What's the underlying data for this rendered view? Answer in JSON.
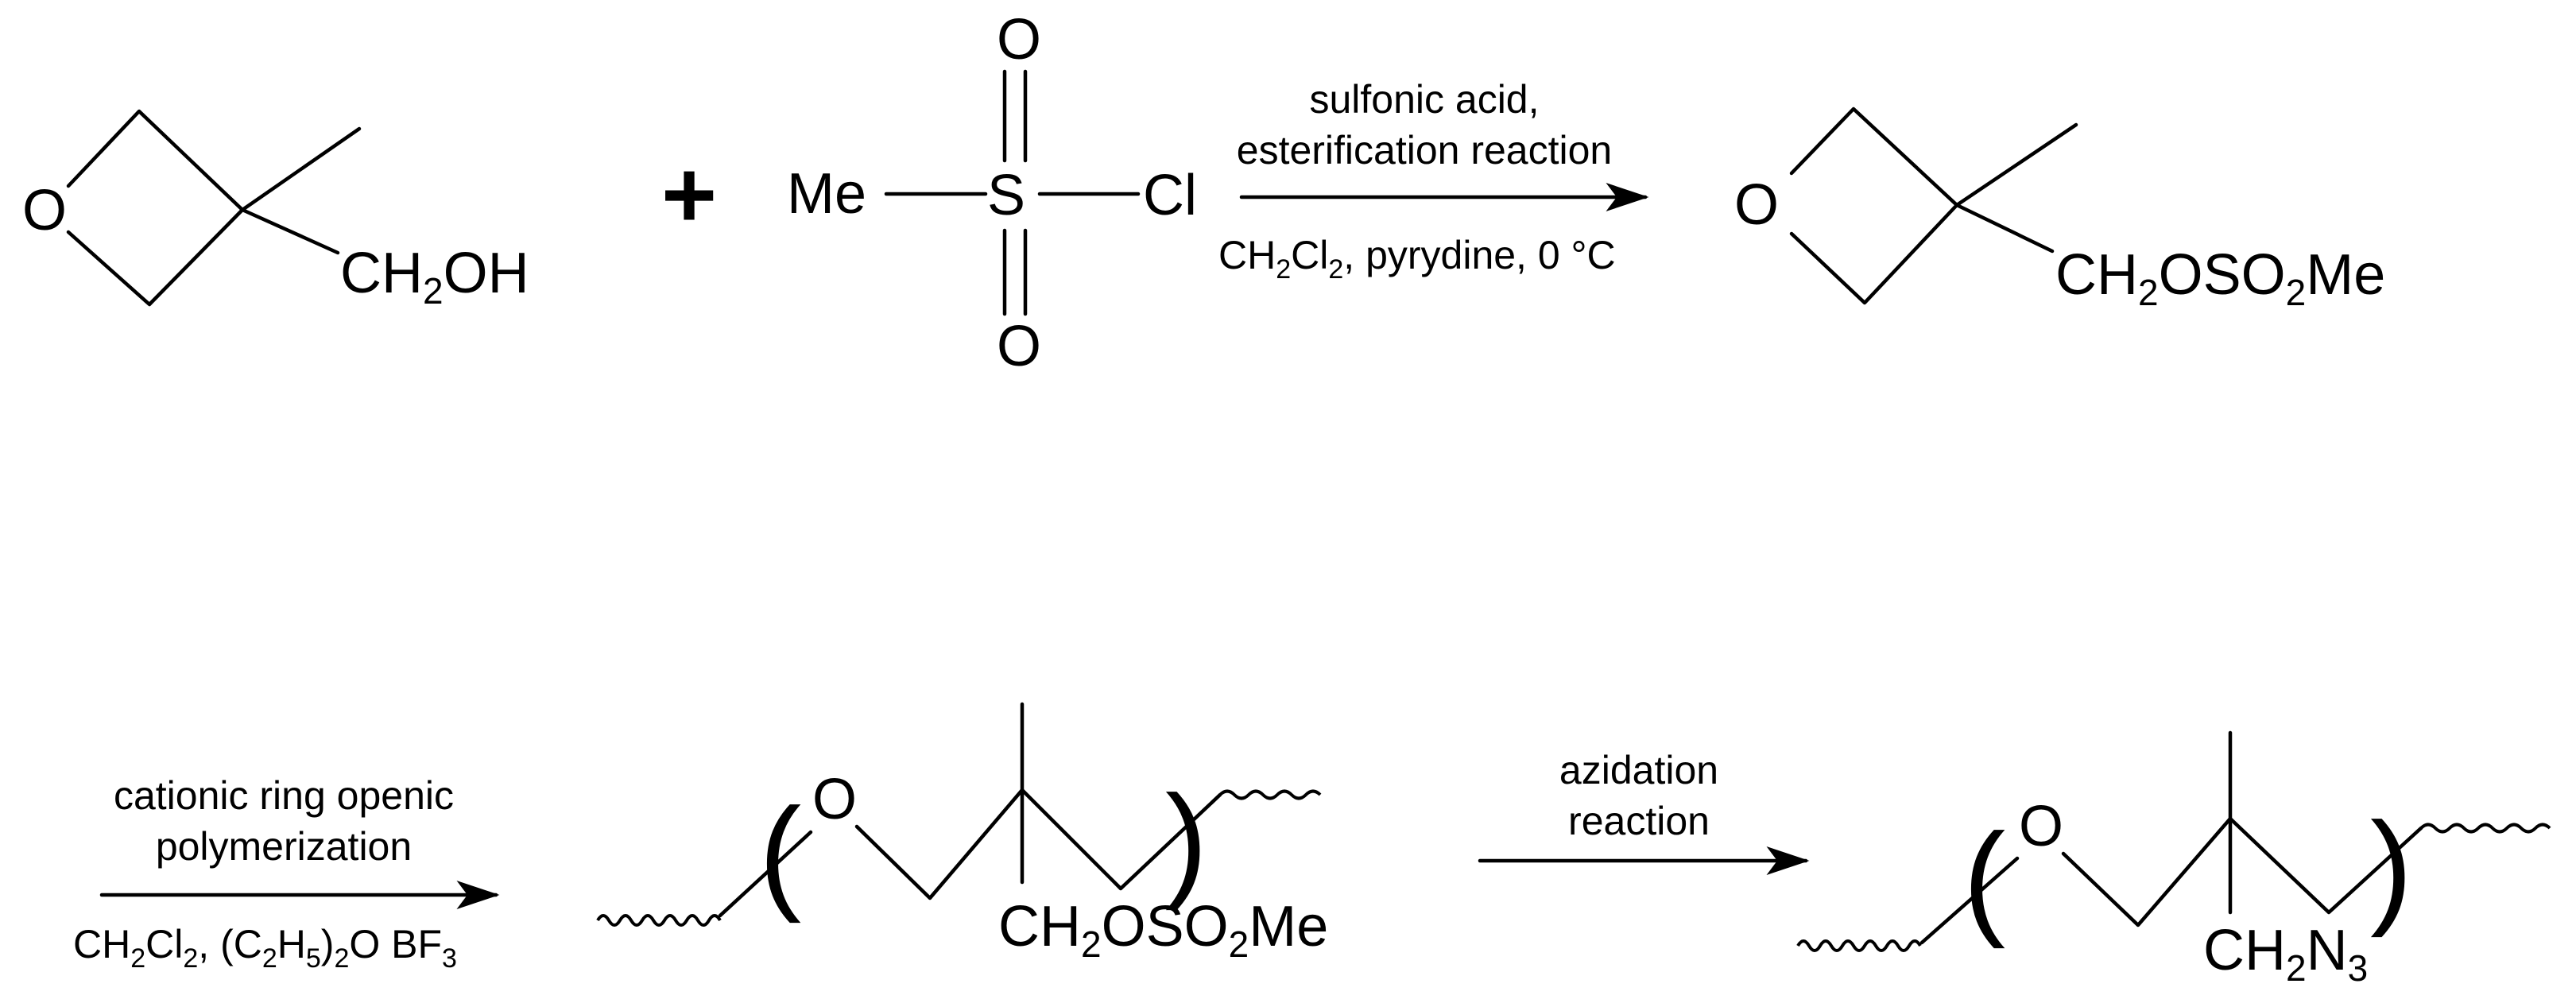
{
  "reactant1": {
    "ring_o": "O",
    "group_main": "CH",
    "group_sub": "2",
    "group_end": "OH"
  },
  "plus": "+",
  "reagent": {
    "me": "Me",
    "s": "S",
    "cl": "Cl",
    "o_top": "O",
    "o_bottom": "O"
  },
  "step1": {
    "above1": "sulfonic acid,",
    "above2": "esterification reaction",
    "below": {
      "a": "CH",
      "a_sub": "2",
      "b": "Cl",
      "b_sub": "2",
      "c": ", pyrydine, 0 °C"
    }
  },
  "product1": {
    "ring_o": "O",
    "g1": "CH",
    "s1": "2",
    "g2": "OSO",
    "s2": "2",
    "g3": "Me"
  },
  "step2": {
    "above1": "cationic ring openic",
    "above2": "polymerization",
    "below": {
      "a": "CH",
      "a_sub": "2",
      "b": "Cl",
      "b_sub": "2",
      "c": ", (C",
      "c_sub": "2",
      "d": "H",
      "d_sub": "5",
      "e": ")",
      "e_sub": "2",
      "f": "O BF",
      "f_sub": "3"
    }
  },
  "polymer1": {
    "o": "O",
    "g1": "CH",
    "s1": "2",
    "g2": "OSO",
    "s2": "2",
    "g3": "Me",
    "paren_l": "(",
    "paren_r": ")"
  },
  "step3": {
    "above1": "azidation",
    "above2": "reaction"
  },
  "polymer2": {
    "o": "O",
    "g1": "CH",
    "s1": "2",
    "g2": "N",
    "s2": "3",
    "paren_l": "(",
    "paren_r": ")"
  }
}
